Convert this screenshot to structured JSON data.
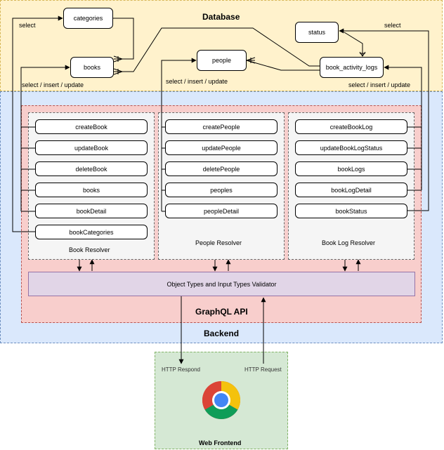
{
  "regions": {
    "database": "Database",
    "backend": "Backend",
    "graphql": "GraphQL API",
    "frontend": "Web Frontend"
  },
  "tables": {
    "categories": "categories",
    "books": "books",
    "people": "people",
    "status": "status",
    "book_activity_logs": "book_activity_logs"
  },
  "edge_labels": {
    "select_left": "select",
    "select_right": "select",
    "siu_left": "select / insert / update",
    "siu_mid": "select / insert / update",
    "siu_right": "select / insert / update"
  },
  "resolvers": {
    "book": {
      "title": "Book Resolver",
      "items": [
        "createBook",
        "updateBook",
        "deleteBook",
        "books",
        "bookDetail",
        "bookCategories"
      ]
    },
    "people": {
      "title": "People Resolver",
      "items": [
        "createPeople",
        "updatePeople",
        "deletePeople",
        "peoples",
        "peopleDetail"
      ]
    },
    "booklog": {
      "title": "Book Log Resolver",
      "items": [
        "createBookLog",
        "updateBookLogStatus",
        "bookLogs",
        "bookLogDetail",
        "bookStatus"
      ]
    }
  },
  "validator": "Object Types and Input Types Validator",
  "http": {
    "respond": "HTTP Respond",
    "request": "HTTP Request"
  },
  "icons": {
    "browser": "chrome-browser-icon"
  },
  "colors": {
    "database_fill": "#fff2cc",
    "backend_fill": "#dae8fc",
    "api_fill": "#f8cecc",
    "frontend_fill": "#d5e8d4",
    "validator_fill": "#e1d5e7"
  }
}
